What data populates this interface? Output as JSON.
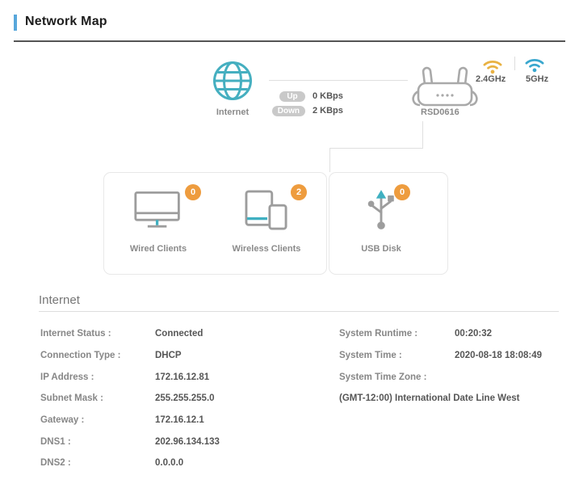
{
  "header": {
    "title": "Network Map"
  },
  "topology": {
    "internet_label": "Internet",
    "traffic": {
      "up_label": "Up",
      "up_value": "0 KBps",
      "down_label": "Down",
      "down_value": "2 KBps"
    },
    "router": {
      "name": "RSD0616",
      "band_24_label": "2.4GHz",
      "band_5_label": "5GHz"
    },
    "nodes": [
      {
        "label": "Wired Clients",
        "count": "0"
      },
      {
        "label": "Wireless Clients",
        "count": "2"
      },
      {
        "label": "USB Disk",
        "count": "0"
      }
    ]
  },
  "internet_section": {
    "title": "Internet",
    "left_rows": [
      {
        "label": "Internet Status :",
        "value": "Connected"
      },
      {
        "label": "Connection Type :",
        "value": "DHCP"
      },
      {
        "label": "IP Address :",
        "value": "172.16.12.81"
      },
      {
        "label": "Subnet Mask :",
        "value": "255.255.255.0"
      },
      {
        "label": "Gateway :",
        "value": "172.16.12.1"
      },
      {
        "label": "DNS1 :",
        "value": "202.96.134.133"
      },
      {
        "label": "DNS2 :",
        "value": "0.0.0.0"
      }
    ],
    "right_rows": [
      {
        "label": "System Runtime :",
        "value": "00:20:32"
      },
      {
        "label": "System Time :",
        "value": "2020-08-18 18:08:49"
      },
      {
        "label": "System Time Zone :",
        "value": ""
      }
    ],
    "timezone_value": "(GMT-12:00) International Date Line West"
  },
  "colors": {
    "accent_blue": "#58a7db",
    "teal": "#45afc0",
    "badge_orange": "#ee9c3e",
    "wifi_24ghz": "#e9b243",
    "wifi_5ghz": "#39a7ce",
    "icon_grey": "#9d9d9d"
  }
}
